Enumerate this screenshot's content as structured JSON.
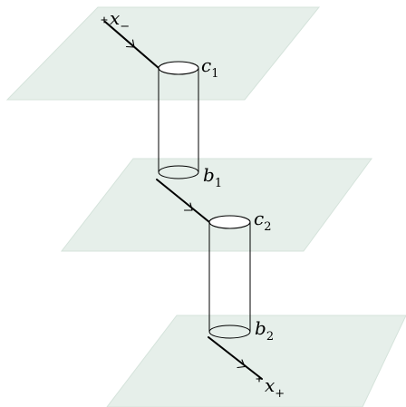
{
  "labels": {
    "x_minus": {
      "base": "x",
      "sub": "−"
    },
    "c1": {
      "base": "c",
      "sub": "1"
    },
    "b1": {
      "base": "b",
      "sub": "1"
    },
    "c2": {
      "base": "c",
      "sub": "2"
    },
    "b2": {
      "base": "b",
      "sub": "2"
    },
    "x_plus": {
      "base": "x",
      "sub": "+"
    }
  },
  "colors": {
    "plane_fill": "#e6efea",
    "plane_edge": "#d5e3db",
    "ink": "#000000"
  }
}
